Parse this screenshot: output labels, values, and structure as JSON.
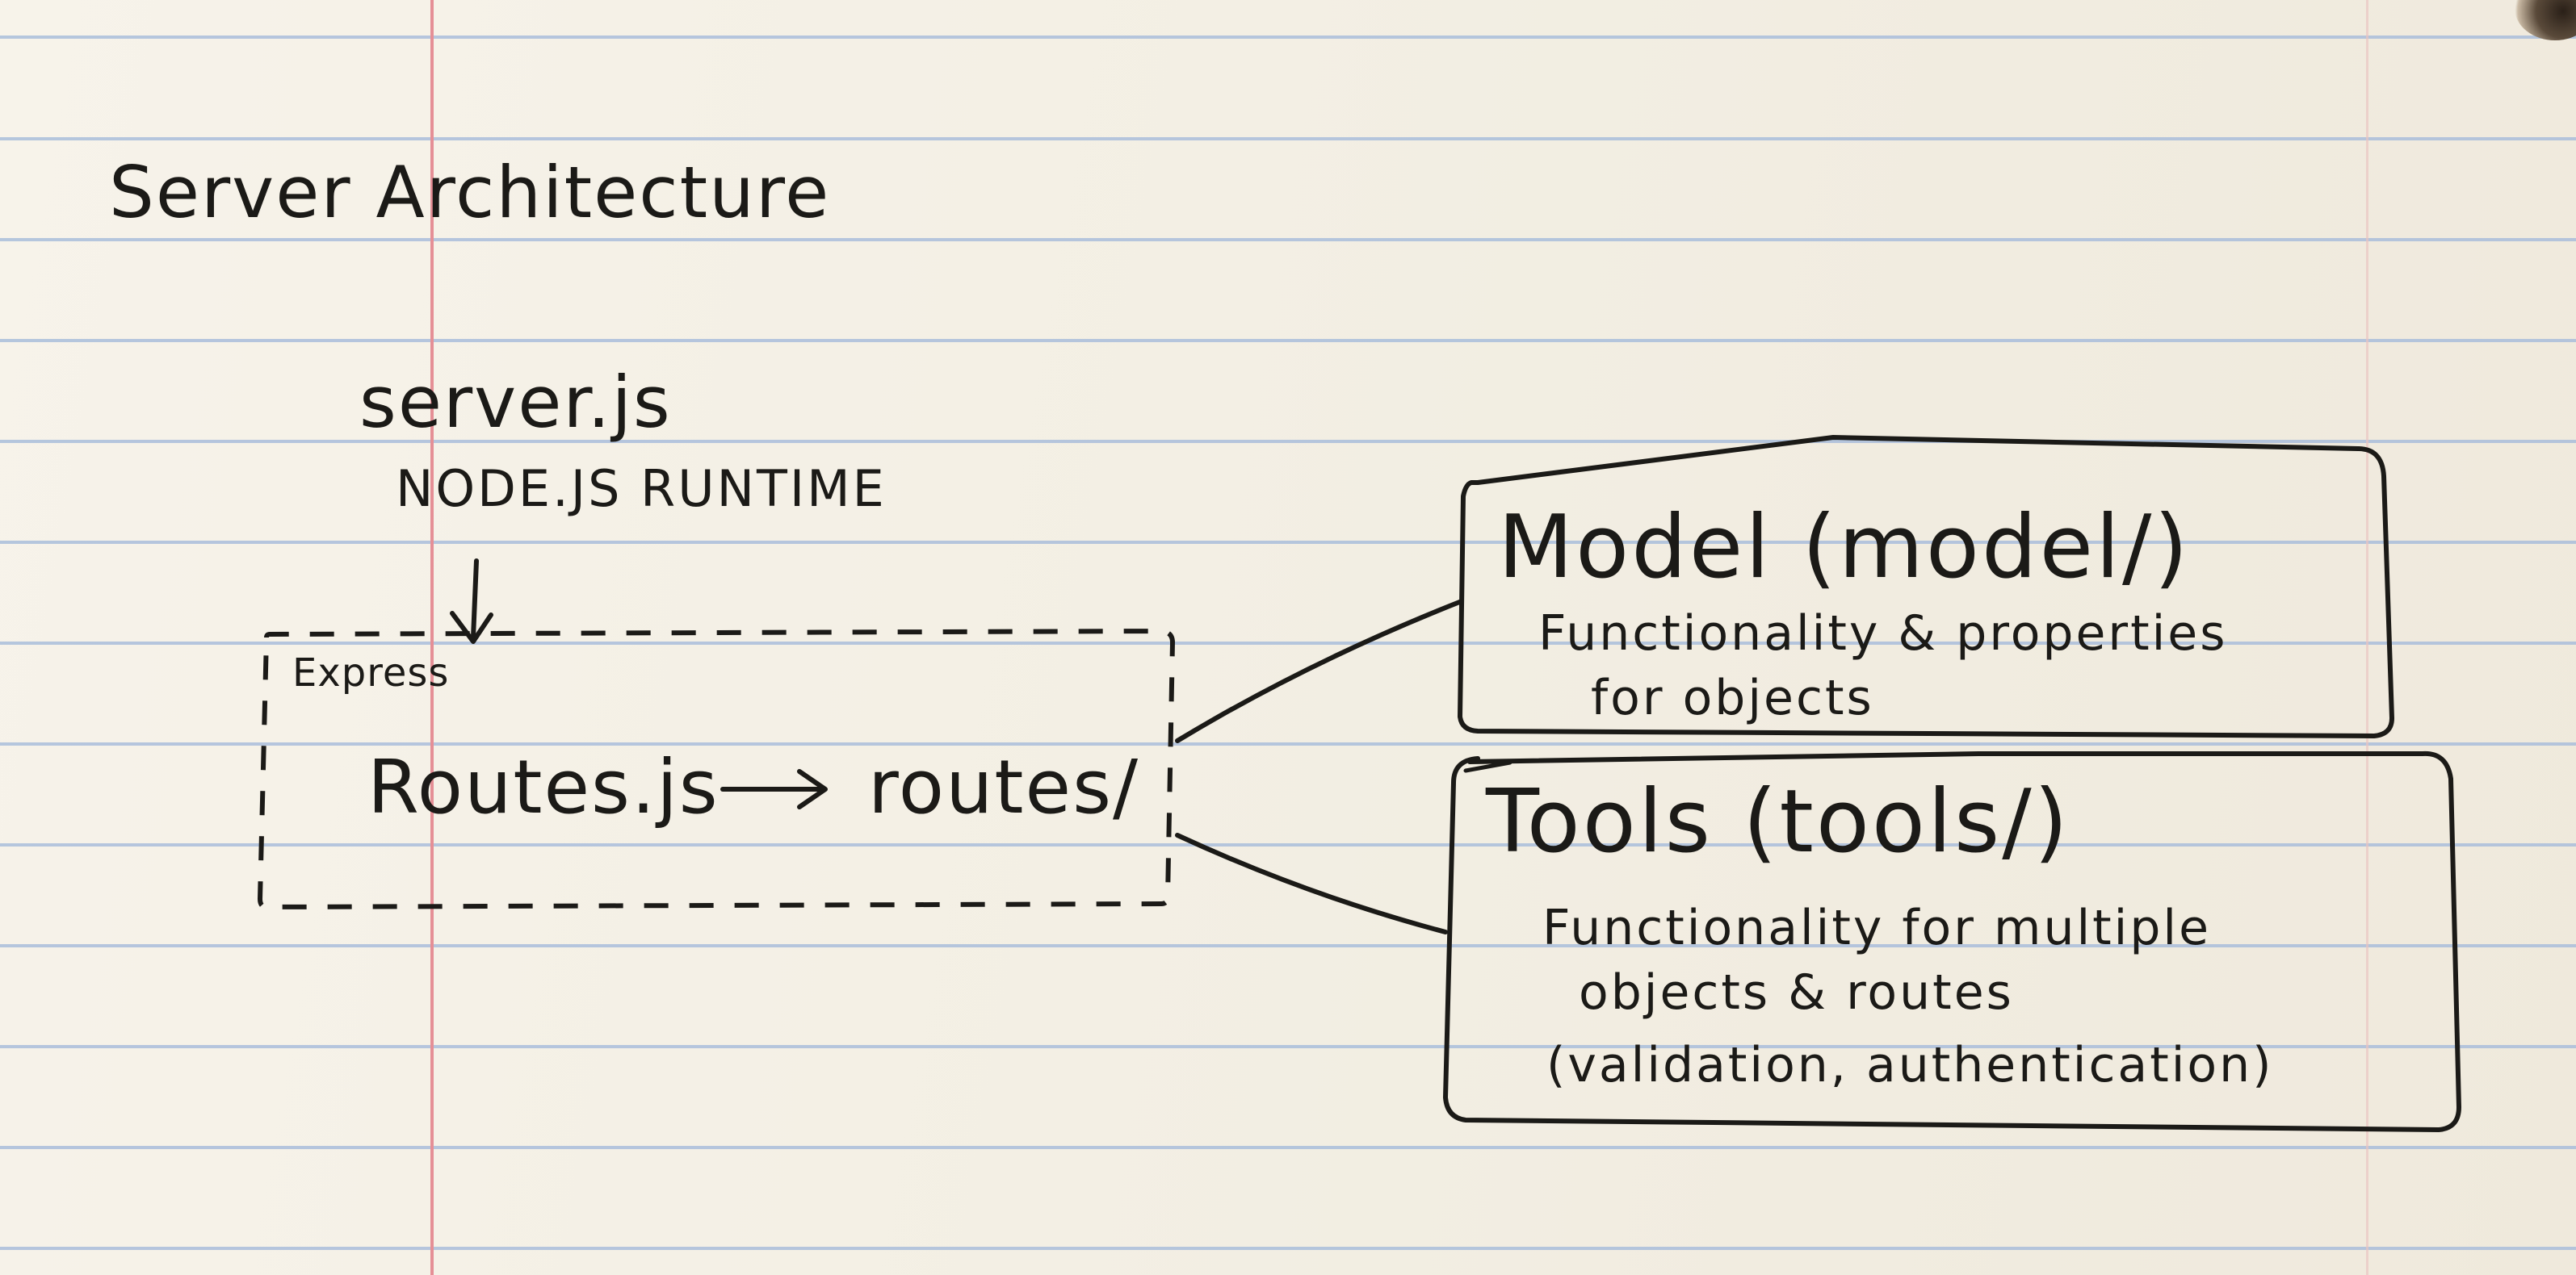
{
  "title": "Server Architecture",
  "server": {
    "file": "server.js",
    "runtime": "NODE.JS RUNTIME"
  },
  "express": {
    "label": "Express",
    "routes_file": "Routes.js",
    "routes_dir": "routes/"
  },
  "model_box": {
    "title": "Model (model/)",
    "desc_line1": "Functionality & properties",
    "desc_line2": "for objects"
  },
  "tools_box": {
    "title": "Tools (tools/)",
    "desc_line1": "Functionality for multiple",
    "desc_line2": "objects & routes",
    "desc_line3": "(validation, authentication)"
  }
}
